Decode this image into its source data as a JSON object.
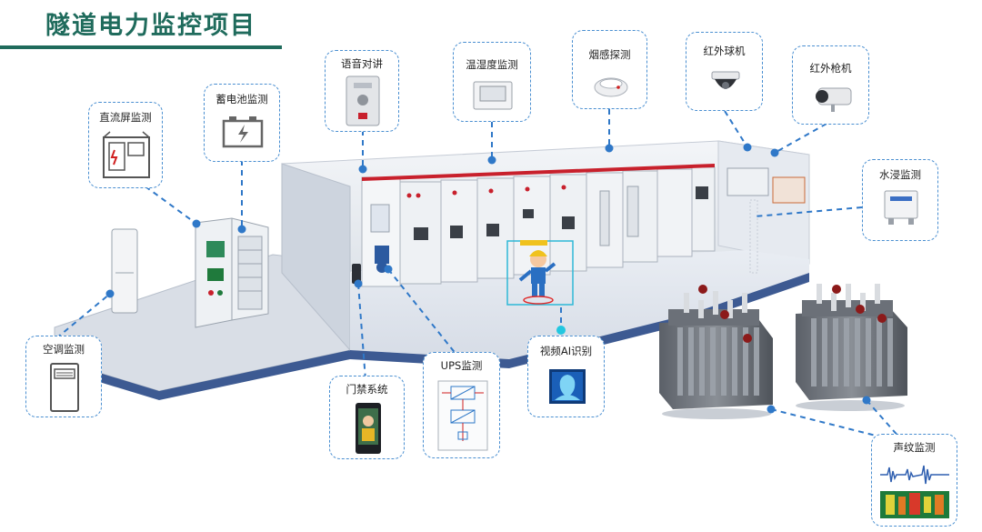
{
  "title": "隧道电力监控项目",
  "colors": {
    "accent": "#1f6b5c",
    "connector": "#2f78c8",
    "card_border": "#4a8fd1"
  },
  "labels": {
    "dc_screen": "直流屏监测",
    "battery": "蓄电池监测",
    "intercom": "语音对讲",
    "temp_humidity": "温湿度监测",
    "smoke": "烟感探测",
    "ir_dome": "红外球机",
    "ir_bullet": "红外枪机",
    "water": "水浸监测",
    "ac": "空调监测",
    "access": "门禁系统",
    "ups": "UPS监测",
    "video_ai": "视频AI识别",
    "acoustic": "声纹监测"
  }
}
